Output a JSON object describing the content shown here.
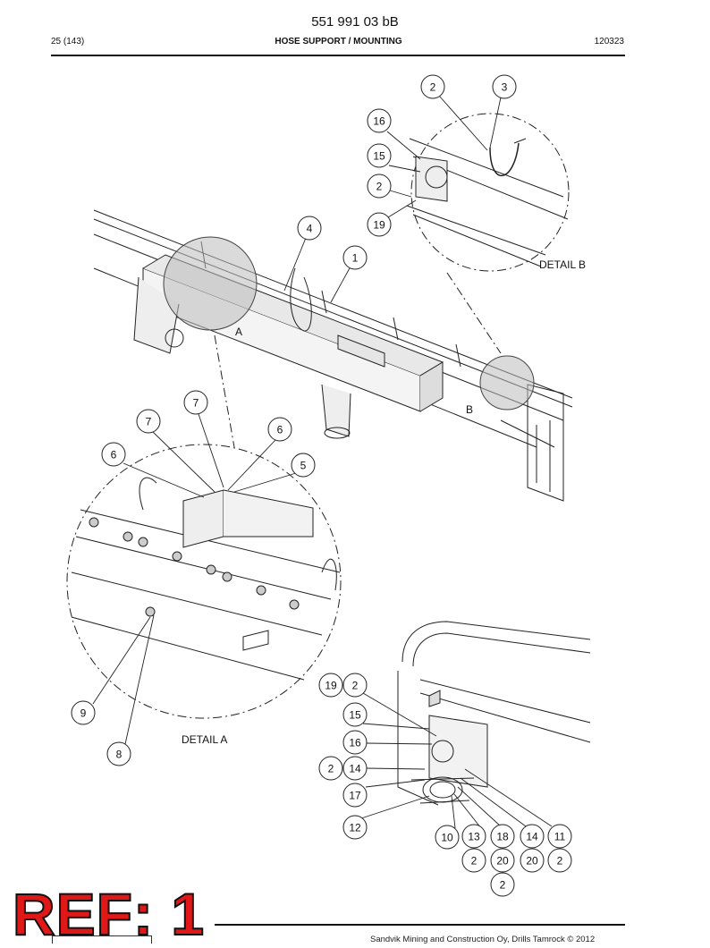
{
  "header": {
    "doc_number": "551 991 03 bB",
    "page": "25 (143)",
    "title": "HOSE SUPPORT / MOUNTING",
    "date": "120323"
  },
  "callouts": [
    {
      "id": "c-2a",
      "text": "2"
    },
    {
      "id": "c-3",
      "text": "3"
    },
    {
      "id": "c-16a",
      "text": "16"
    },
    {
      "id": "c-15a",
      "text": "15"
    },
    {
      "id": "c-2b",
      "text": "2"
    },
    {
      "id": "c-19a",
      "text": "19"
    },
    {
      "id": "c-4",
      "text": "4"
    },
    {
      "id": "c-1",
      "text": "1"
    },
    {
      "id": "c-7a",
      "text": "7"
    },
    {
      "id": "c-7b",
      "text": "7"
    },
    {
      "id": "c-6a",
      "text": "6"
    },
    {
      "id": "c-6b",
      "text": "6"
    },
    {
      "id": "c-5",
      "text": "5"
    },
    {
      "id": "c-9",
      "text": "9"
    },
    {
      "id": "c-8",
      "text": "8"
    },
    {
      "id": "c-19b",
      "text": "19"
    },
    {
      "id": "c-2c",
      "text": "2"
    },
    {
      "id": "c-15b",
      "text": "15"
    },
    {
      "id": "c-16b",
      "text": "16"
    },
    {
      "id": "c-2d",
      "text": "2"
    },
    {
      "id": "c-14a",
      "text": "14"
    },
    {
      "id": "c-17",
      "text": "17"
    },
    {
      "id": "c-12",
      "text": "12"
    },
    {
      "id": "c-10",
      "text": "10"
    },
    {
      "id": "c-13",
      "text": "13"
    },
    {
      "id": "c-18",
      "text": "18"
    },
    {
      "id": "c-14b",
      "text": "14"
    },
    {
      "id": "c-11",
      "text": "11"
    },
    {
      "id": "c-2e",
      "text": "2"
    },
    {
      "id": "c-20a",
      "text": "20"
    },
    {
      "id": "c-20b",
      "text": "20"
    },
    {
      "id": "c-2f",
      "text": "2"
    },
    {
      "id": "c-2g",
      "text": "2"
    }
  ],
  "labels": {
    "detail_b": "DETAIL B",
    "detail_a": "DETAIL  A",
    "marker_a": "A",
    "marker_b": "B"
  },
  "stamp": "REF: 1",
  "footer": "Sandvik Mining and Construction Oy, Drills Tamrock © 2012"
}
